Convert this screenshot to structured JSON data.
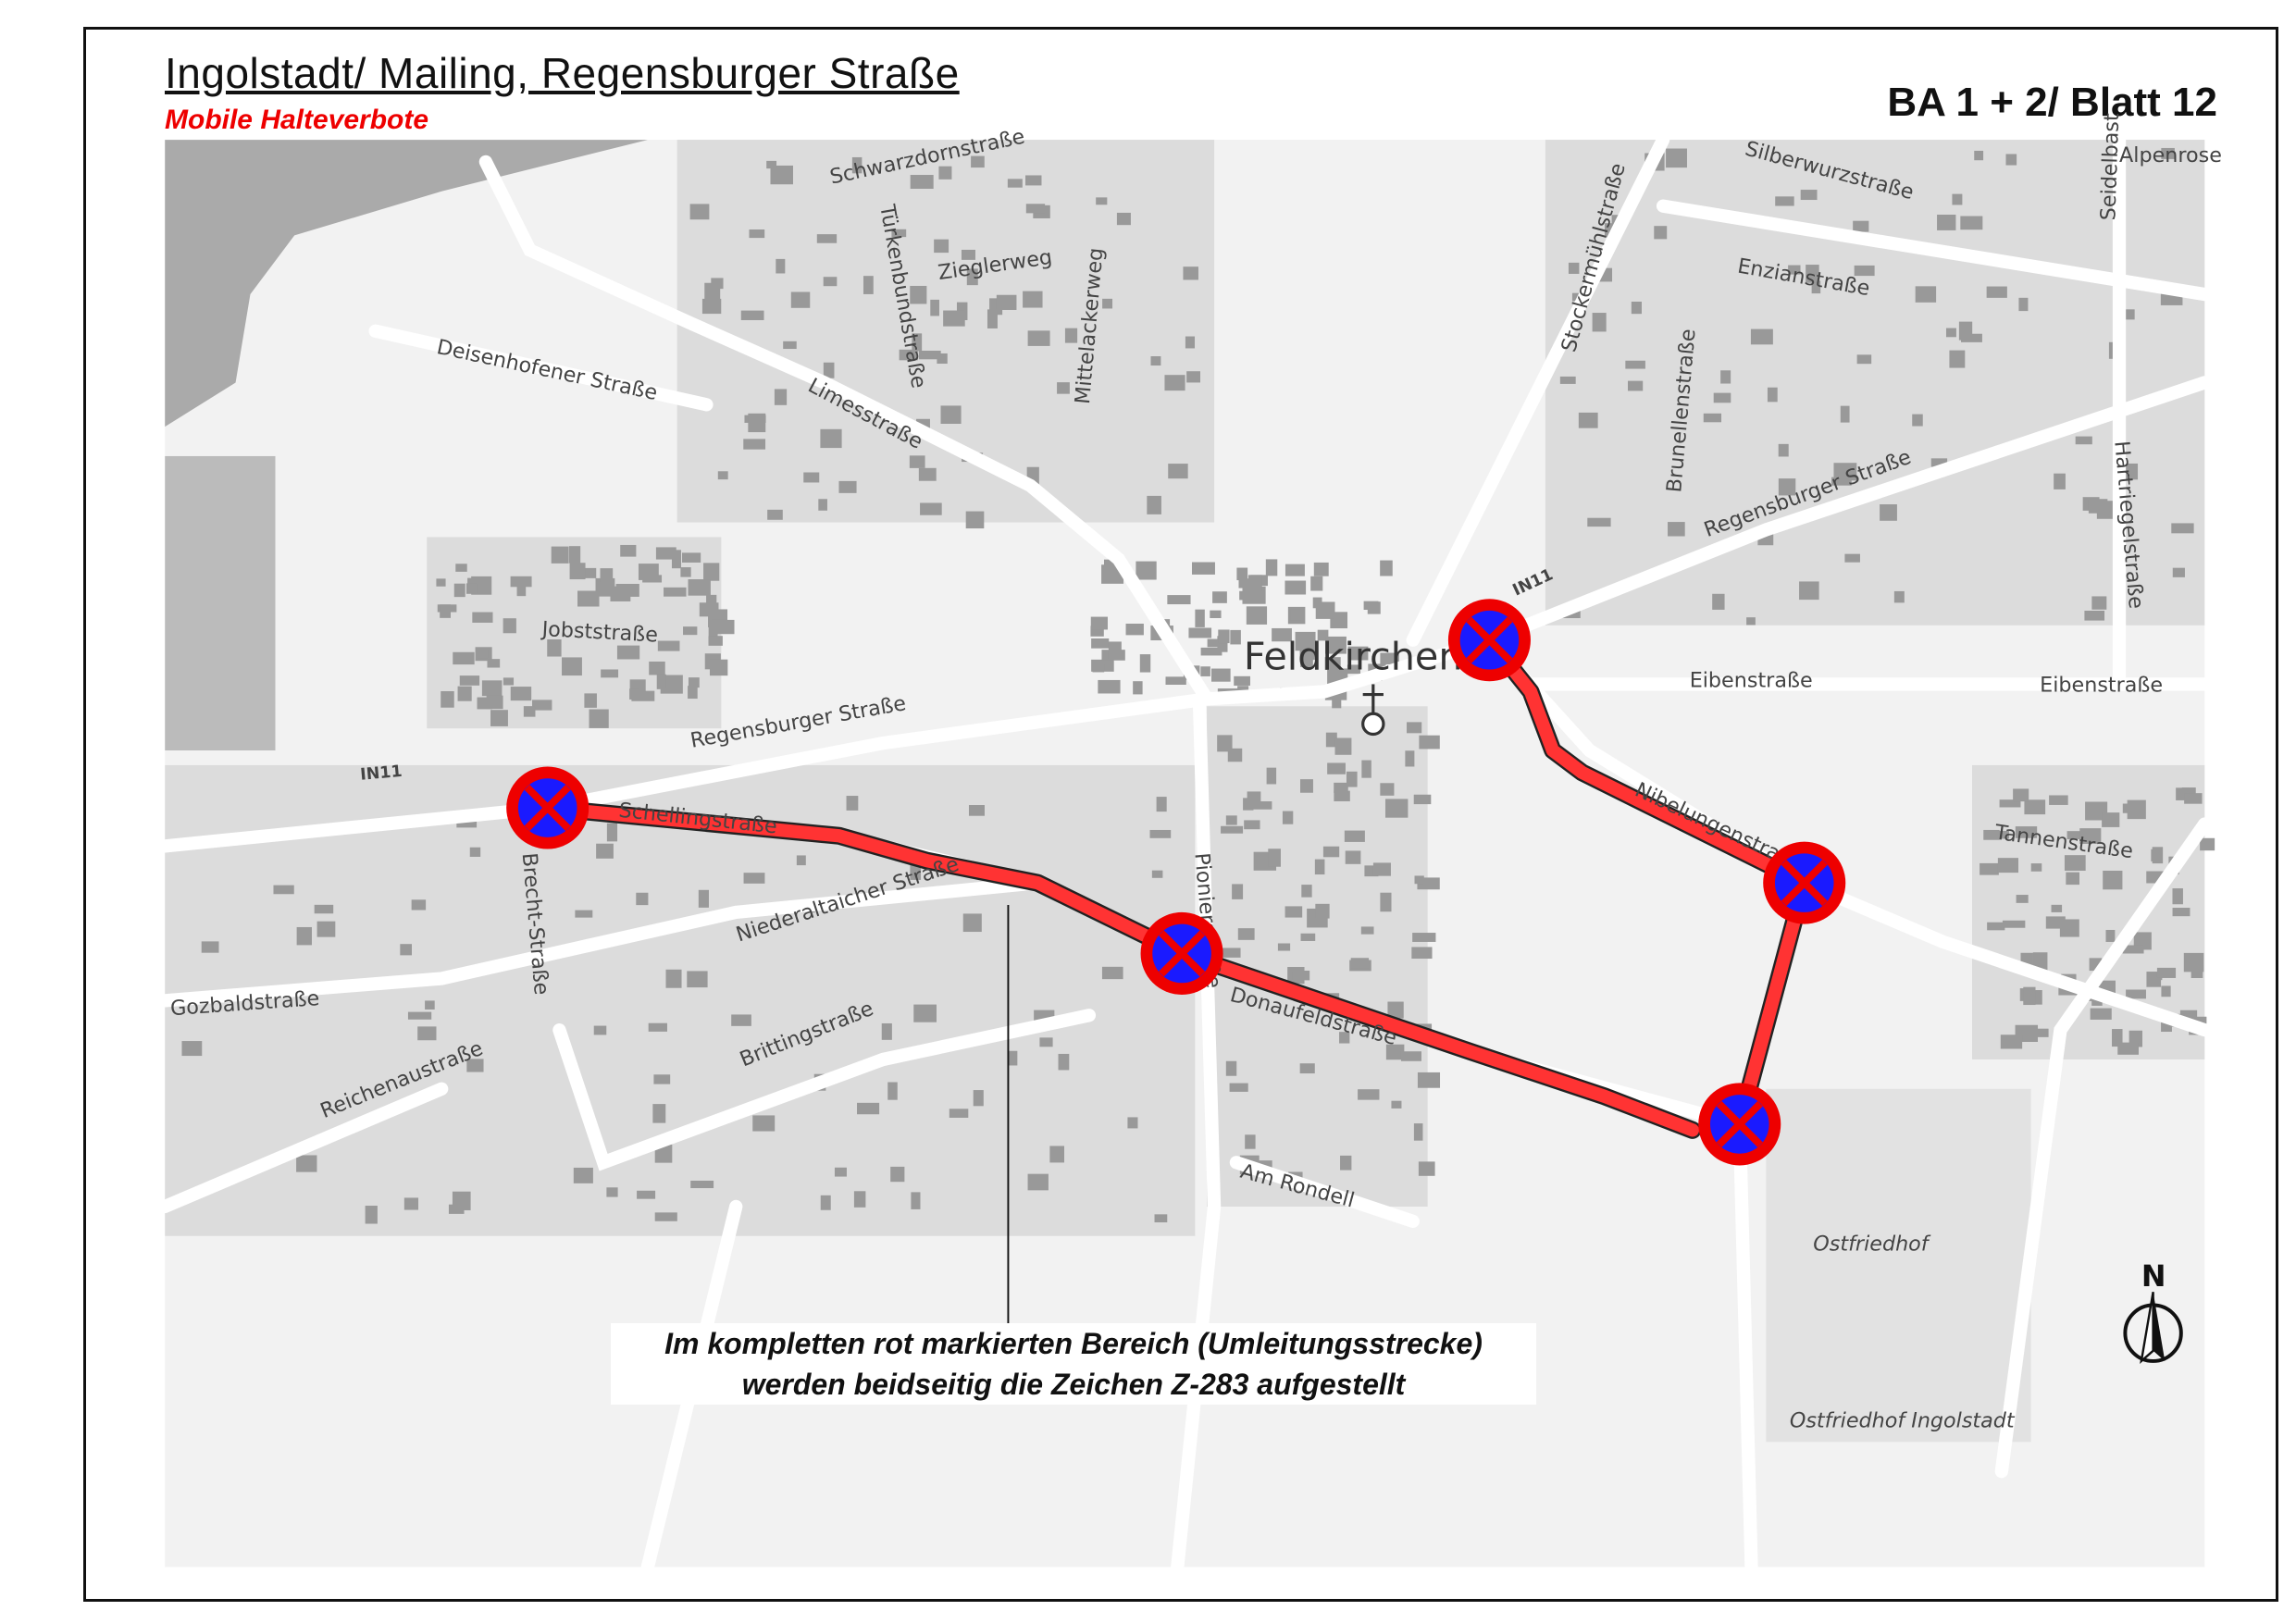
{
  "header": {
    "title": "Ingolstadt/ Mailing, Regensburger Straße",
    "subtitle": "Mobile Halteverbote",
    "sheet": "BA 1 + 2/ Blatt 12"
  },
  "map": {
    "place_label": "Feldkirchen",
    "road_ref": "IN11",
    "streets": [
      "Schwarzdornstraße",
      "Türkenbundstraße",
      "Zieglerweg",
      "Mittelackerweg",
      "Deisenhofener Straße",
      "Limesstraße",
      "Stockermühlstraße",
      "Silberwurzstraße",
      "Enzianstraße",
      "Brunellenstraße",
      "Regensburger Straße",
      "Hartriegelstraße",
      "Seidelbast",
      "Alpenrose",
      "Jobststraße",
      "Regensburger Straße",
      "Eibenstraße",
      "Eibenstraße",
      "Schellingstraße",
      "Brecht-Straße",
      "Niederaltaicher Straße",
      "Gozbaldstraße",
      "Reichenaustraße",
      "Brittingstraße",
      "Pionierstraße",
      "Donaufeldstraße",
      "Nibelungenstraße",
      "Tannenstraße",
      "Am Rondell",
      "Ostfriedhof",
      "Ostfriedhof Ingolstadt"
    ],
    "north_label": "N",
    "sign_icon": "no-stopping-sign-icon",
    "route_color": "#ff3333",
    "note": [
      "Im kompletten rot markierten Bereich (Umleitungsstrecke)",
      "werden beidseitig die Zeichen Z-283 aufgestellt"
    ]
  }
}
